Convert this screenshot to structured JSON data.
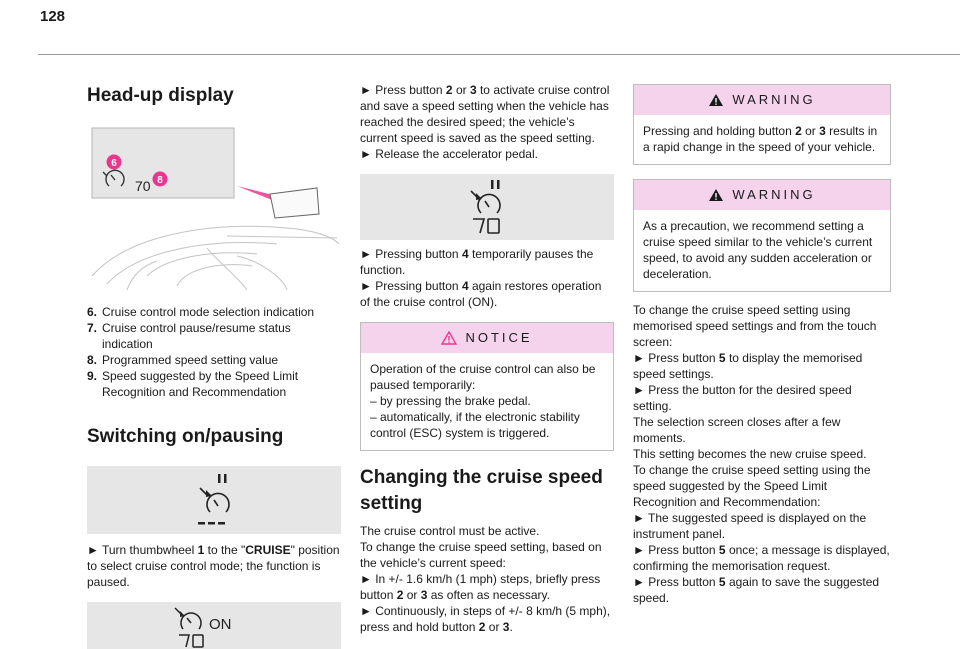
{
  "page": {
    "number": "128"
  },
  "col1": {
    "title": "Head-up display",
    "hud_callouts": [
      "6",
      "8"
    ],
    "hud_speed": "70",
    "legend": [
      {
        "num": "6.",
        "text": "Cruise control mode selection indication"
      },
      {
        "num": "7.",
        "text": "Cruise control pause/resume status indication"
      },
      {
        "num": "8.",
        "text": "Programmed speed setting value"
      },
      {
        "num": "9.",
        "text": "Speed suggested by the Speed Limit Recognition and Recommendation"
      }
    ],
    "section_title": "Switching on/pausing",
    "thumbwheel": {
      "pre": "► Turn thumbwheel ",
      "btn": "1",
      "mid": " to the \"",
      "mode": "CRUISE",
      "post": "\" position to select cruise control mode; the function is paused."
    },
    "fig_on_text": "ON"
  },
  "col2": {
    "p1": {
      "a": "► Press button ",
      "b1": "2",
      "c": " or ",
      "b2": "3",
      "d": " to activate cruise control and save a speed setting when the vehicle has reached the desired speed; the vehicle’s current speed is saved as the speed setting."
    },
    "p2": "► Release the accelerator pedal.",
    "p3": {
      "a": "► Pressing button ",
      "b": "4",
      "c": " temporarily pauses the function."
    },
    "p4": {
      "a": "► Pressing button ",
      "b": "4",
      "c": " again restores operation of the cruise control (ON)."
    },
    "notice_title": "NOTICE",
    "notice_lines": [
      "Operation of the cruise control can also be paused temporarily:",
      "– by pressing the brake pedal.",
      "– automatically, if the electronic stability control (ESC) system is triggered."
    ],
    "section_title": "Changing the cruise speed setting",
    "s1": "The cruise control must be active.",
    "s2": "To change the cruise speed setting, based on the vehicle’s current speed:",
    "s3": {
      "a": "► In +/- 1.6 km/h (1 mph) steps, briefly press button ",
      "b1": "2",
      "c": " or ",
      "b2": "3",
      "d": " as often as necessary."
    },
    "s4": {
      "a": "► Continuously, in steps of +/- 8 km/h (5 mph), press and hold button ",
      "b1": "2",
      "c": " or ",
      "b2": "3",
      "d": "."
    }
  },
  "col3": {
    "warning1_title": "WARNING",
    "warning1": {
      "a": "Pressing and holding button ",
      "b1": "2",
      "c": " or ",
      "b2": "3",
      "d": " results in a rapid change in the speed of your vehicle."
    },
    "warning2_title": "WARNING",
    "warning2": "As a precaution, we recommend setting a cruise speed similar to the vehicle’s current speed, to avoid any sudden acceleration or deceleration.",
    "t1": "To change the cruise speed setting using memorised speed settings and from the touch screen:",
    "t2": {
      "a": "► Press button ",
      "b": "5",
      "c": " to display the memorised speed settings."
    },
    "t3": "► Press the button for the desired speed setting.",
    "t4": "The selection screen closes after a few moments.",
    "t5": "This setting becomes the new cruise speed.",
    "t6": "To change the cruise speed setting using the speed suggested by the Speed Limit Recognition and Recommendation:",
    "t7": "► The suggested speed is displayed on the instrument panel.",
    "t8": {
      "a": "► Press button ",
      "b": "5",
      "c": " once; a message is displayed, confirming the memorisation request."
    },
    "t9": {
      "a": "► Press button ",
      "b": "5",
      "c": " again to save the suggested speed."
    }
  }
}
